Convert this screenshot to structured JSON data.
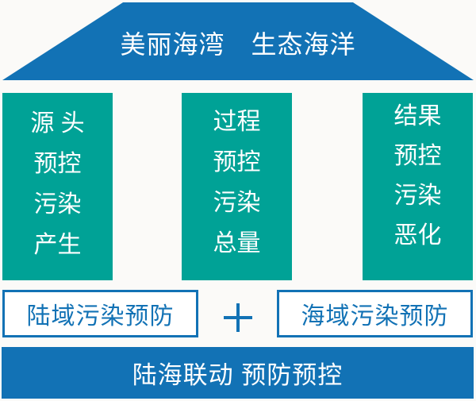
{
  "colors": {
    "blue": "#1272b5",
    "teal": "#00a296",
    "background": "#fbfaf8",
    "text_on_fill": "#ffffff"
  },
  "roof": {
    "title": "美丽海湾　生态海洋"
  },
  "pillars": [
    {
      "name": "source-pre-control",
      "lines": [
        "源 头",
        "预控",
        "污染",
        "产生"
      ]
    },
    {
      "name": "process-pre-control",
      "lines": [
        "过程",
        "预控",
        "污染",
        "总量"
      ]
    },
    {
      "name": "result-pre-control",
      "lines": [
        "结果",
        "预控",
        "污染",
        "恶化"
      ]
    }
  ],
  "prevention": {
    "land_box_label": "陆域污染预防",
    "sea_box_label": "海域污染预防"
  },
  "icons": {
    "plus": "+"
  },
  "footer": {
    "label": "陆海联动 预防预控"
  }
}
